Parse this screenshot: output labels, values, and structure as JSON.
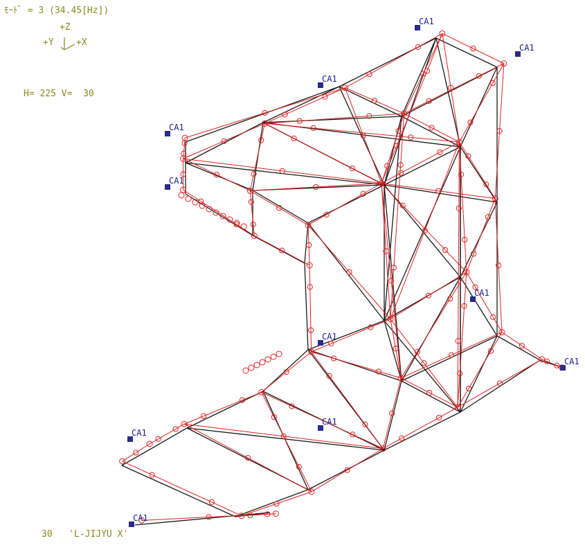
{
  "header": {
    "mode_text": "ﾓｰﾄﾞ = 3 (34.45[Hz])",
    "axis": {
      "z_label": "+Z",
      "y_label": "+Y",
      "x_label": "+X"
    },
    "view_text": "H= 225 V=  30"
  },
  "footer": {
    "text": "30   'L-JIJYU X'"
  },
  "support_label": "CA1",
  "colors": {
    "undeformed": "#1a1a1a",
    "deformed": "#e02020",
    "support_marker": "#2a2a8a",
    "support_text": "#1a1a9a",
    "hud_text": "#8a8a1e"
  },
  "supports": [
    {
      "id": "s1",
      "label": "CA1"
    },
    {
      "id": "s2",
      "label": "CA1"
    },
    {
      "id": "s3",
      "label": "CA1"
    },
    {
      "id": "s4",
      "label": "CA1"
    },
    {
      "id": "s5",
      "label": "CA1"
    },
    {
      "id": "s6",
      "label": "CA1"
    },
    {
      "id": "s7",
      "label": "CA1"
    },
    {
      "id": "s8",
      "label": "CA1"
    },
    {
      "id": "s9",
      "label": "CA1"
    },
    {
      "id": "s10",
      "label": "CA1"
    },
    {
      "id": "s11",
      "label": "CA1"
    }
  ]
}
